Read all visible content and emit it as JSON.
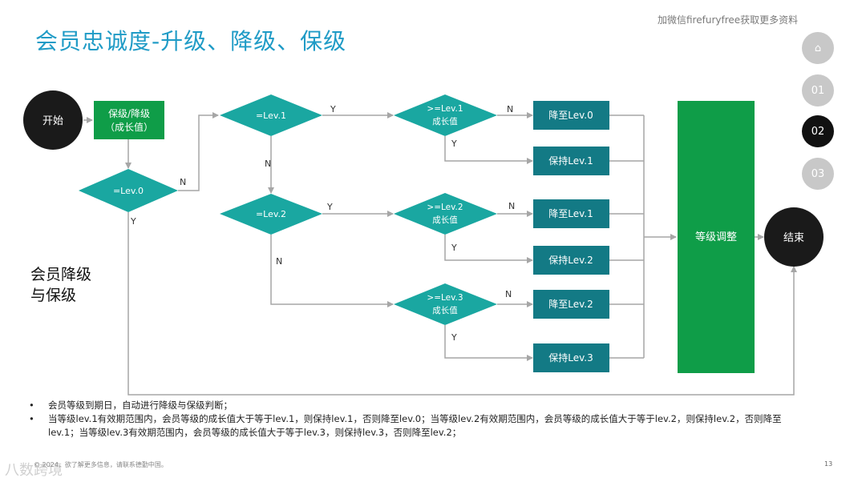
{
  "slide": {
    "title": "会员忠诚度-升级、降级、保级",
    "watermark_top": "加微信firefuryfree获取更多资料",
    "side_label_line1": "会员降级",
    "side_label_line2": "与保级",
    "bullets": [
      "会员等级到期日，自动进行降级与保级判断；",
      "当等级lev.1有效期范围内，会员等级的成长值大于等于lev.1，则保持lev.1，否则降至lev.0；当等级lev.2有效期范围内，会员等级的成长值大于等于lev.2，则保持lev.2，否则降至lev.1；当等级lev.3有效期范围内，会员等级的成长值大于等于lev.3，则保持lev.3，否则降至lev.2；"
    ],
    "footer": "© 2024，欲了解更多信息，请联系德勤中国。",
    "brand": "八数跨境",
    "page_number": "13"
  },
  "nav": [
    {
      "label": "⌂",
      "icon": "home-icon",
      "active": false
    },
    {
      "label": "01",
      "active": false
    },
    {
      "label": "02",
      "active": true
    },
    {
      "label": "03",
      "active": false
    }
  ],
  "flow": {
    "start": "开始",
    "end": "结束",
    "step_line1": "保级/降级",
    "step_line2": "（成长值）",
    "d_lev0": "=Lev.0",
    "d_lev1": "=Lev.1",
    "d_lev2": "=Lev.2",
    "c1_line1": ">=Lev.1",
    "c1_line2": "成长值",
    "c2_line1": ">=Lev.2",
    "c2_line2": "成长值",
    "c3_line1": ">=Lev.3",
    "c3_line2": "成长值",
    "r_down0": "降至Lev.0",
    "r_keep1": "保持Lev.1",
    "r_down1": "降至Lev.1",
    "r_keep2": "保持Lev.2",
    "r_down2": "降至Lev.2",
    "r_keep3": "保持Lev.3",
    "adjust": "等级调整",
    "yes": "Y",
    "no": "N"
  },
  "colors": {
    "title": "#1f9bc6",
    "diamond": "#1aa7a1",
    "green": "#0f9d48",
    "teal_box": "#137a85",
    "circle": "#1a1a1a",
    "arrow": "#a6a6a6",
    "nav_inactive": "#c8c8c8",
    "nav_active": "#111111"
  }
}
